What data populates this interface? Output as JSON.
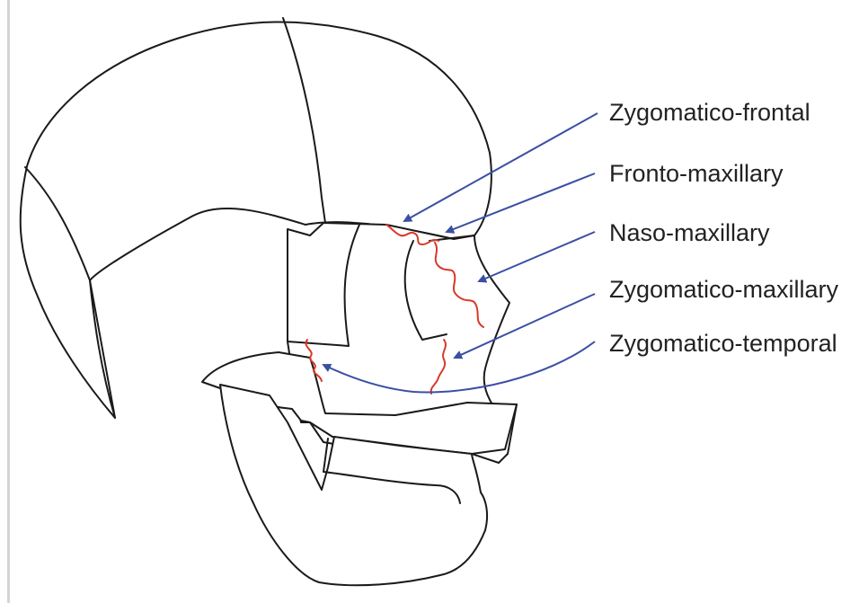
{
  "colors": {
    "suture": "#d8392b",
    "arrow": "#3b4fa3",
    "text": "#222222"
  },
  "labels": {
    "zygomatico_frontal": "Zygomatico-frontal",
    "fronto_maxillary": "Fronto-maxillary",
    "naso_maxillary": "Naso-maxillary",
    "zygomatico_maxillary": "Zygomatico-maxillary",
    "zygomatico_temporal": "Zygomatico-temporal"
  }
}
